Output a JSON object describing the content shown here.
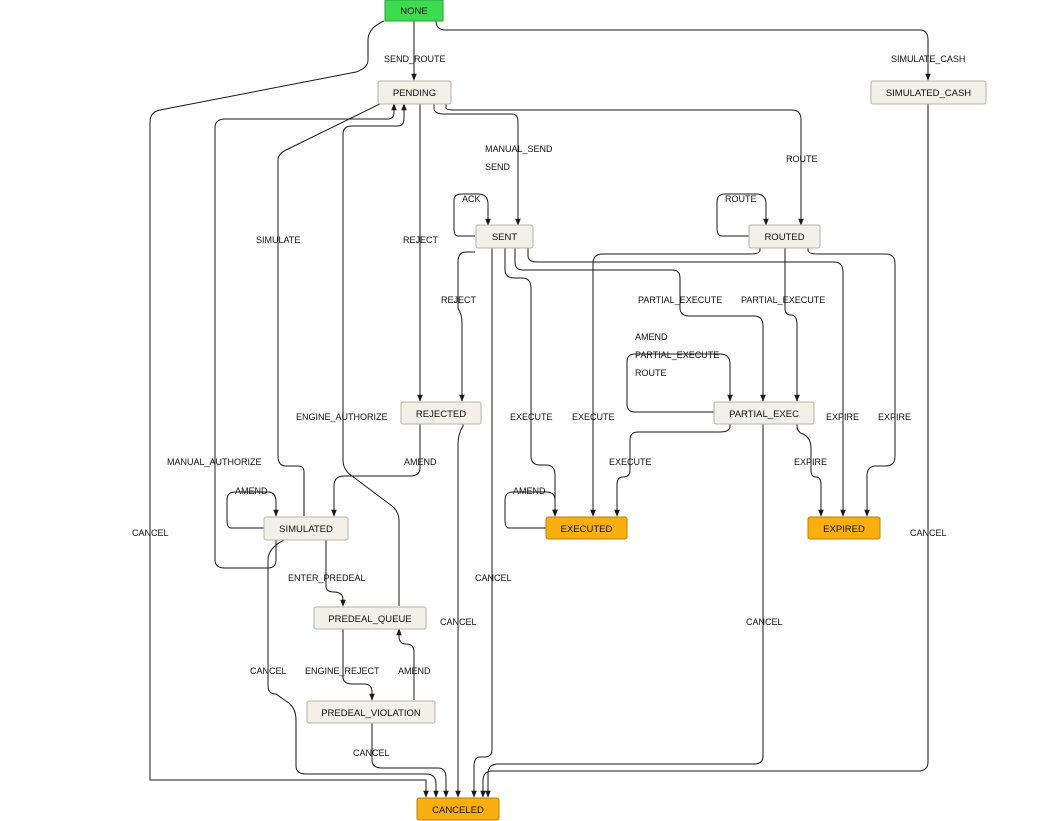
{
  "colors": {
    "start": "#3ddc50",
    "start_border": "#2a9e38",
    "normal": "#f3f0e8",
    "normal_border": "#b7b3aa",
    "terminal": "#fbae0f",
    "terminal_border": "#b98000",
    "edge": "#1a1a1a"
  },
  "nodes": {
    "none": "NONE",
    "pending": "PENDING",
    "simulated_cash": "SIMULATED_CASH",
    "sent": "SENT",
    "routed": "ROUTED",
    "rejected": "REJECTED",
    "partial_exec": "PARTIAL_EXEC",
    "simulated": "SIMULATED",
    "executed": "EXECUTED",
    "expired": "EXPIRED",
    "predeal_queue": "PREDEAL_QUEUE",
    "predeal_violation": "PREDEAL_VIOLATION",
    "canceled": "CANCELED"
  },
  "labels": {
    "send_route": "SEND_ROUTE",
    "simulate_cash": "SIMULATE_CASH",
    "manual_send": "MANUAL_SEND",
    "send": "SEND",
    "route": "ROUTE",
    "ack": "ACK",
    "route_self": "ROUTE",
    "simulate": "SIMULATE",
    "reject_pending": "REJECT",
    "reject_sent": "REJECT",
    "partial_execute_sent": "PARTIAL_EXECUTE",
    "partial_execute_routed": "PARTIAL_EXECUTE",
    "amend_pe": "AMEND",
    "partial_execute_self": "PARTIAL_EXECUTE",
    "route_pe": "ROUTE",
    "engine_authorize": "ENGINE_AUTHORIZE",
    "execute_sent": "EXECUTE",
    "execute_routed": "EXECUTE",
    "expire_sent": "EXPIRE",
    "expire_routed": "EXPIRE",
    "manual_authorize": "MANUAL_AUTHORIZE",
    "amend_rejected": "AMEND",
    "execute_pe": "EXECUTE",
    "expire_pe": "EXPIRE",
    "amend_simulated": "AMEND",
    "amend_executed": "AMEND",
    "cancel_left": "CANCEL",
    "cancel_right": "CANCEL",
    "enter_predeal": "ENTER_PREDEAL",
    "cancel_sent": "CANCEL",
    "cancel_rejected": "CANCEL",
    "cancel_pe": "CANCEL",
    "cancel_simulated": "CANCEL",
    "engine_reject": "ENGINE_REJECT",
    "amend_violation": "AMEND",
    "cancel_violation": "CANCEL"
  }
}
